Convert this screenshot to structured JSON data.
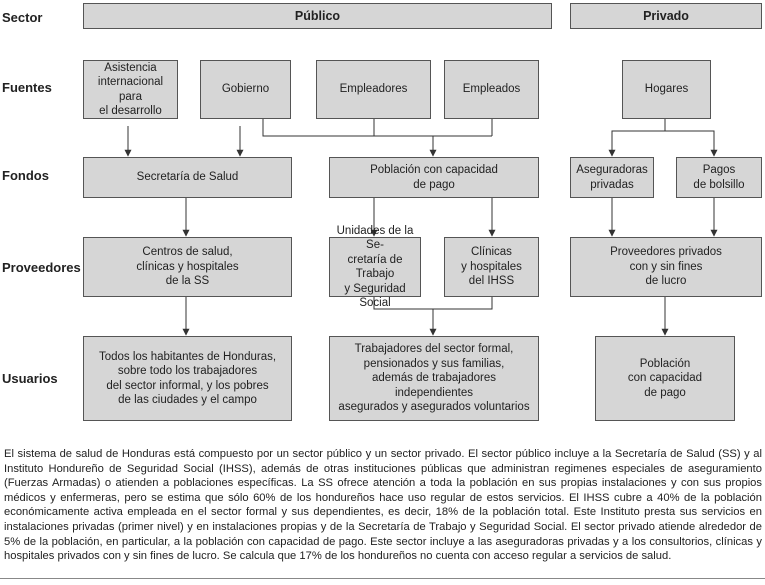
{
  "rows": {
    "sector": "Sector",
    "fuentes": "Fuentes",
    "fondos": "Fondos",
    "proveedores": "Proveedores",
    "usuarios": "Usuarios"
  },
  "headers": {
    "publico": "Público",
    "privado": "Privado"
  },
  "fuentes": {
    "asistencia": "Asistencia\ninternacional para\nel desarrollo",
    "gobierno": "Gobierno",
    "empleadores": "Empleadores",
    "empleados": "Empleados",
    "hogares": "Hogares"
  },
  "fondos": {
    "secretaria_salud": "Secretaría de Salud",
    "poblacion_pago": "Población con capacidad\nde pago",
    "aseguradoras": "Aseguradoras\nprivadas",
    "pagos_bolsillo": "Pagos\nde bolsillo"
  },
  "proveedores": {
    "centros_salud": "Centros de salud,\nclínicas y hospitales\nde la SS",
    "unidades_secretaria": "Unidades de la Se-\ncretaría de Trabajo\ny Seguridad Social",
    "clinicas_ihss": "Clínicas\ny hospitales\ndel IHSS",
    "proveedores_privados": "Proveedores privados\ncon y sin fines\nde lucro"
  },
  "usuarios": {
    "habitantes": "Todos los habitantes de Honduras,\nsobre todo los trabajadores\ndel sector informal, y los pobres\nde las ciudades y el campo",
    "trabajadores_formal": "Trabajadores del sector formal,\npensionados y sus familias,\nademás de trabajadores independientes\nasegurados y asegurados voluntarios",
    "poblacion_capacidad": "Población\ncon capacidad\nde pago"
  },
  "caption": "El sistema de salud de Honduras está compuesto por un sector público y un sector privado. El sector público incluye a la Secretaría de Salud (SS) y al Instituto Hondureño de Seguridad Social (IHSS), además de otras instituciones públicas que administran regimenes especiales de aseguramiento (Fuerzas Armadas) o atienden a poblaciones específicas. La SS ofrece atención a toda la población en sus propias instalaciones y con sus propios médicos y enfermeras, pero se estima que sólo 60% de los hondureños hace uso regular de estos servicios. El IHSS cubre a 40% de la población económicamente activa empleada en el sector formal y sus dependientes, es decir, 18% de la población total. Este Instituto presta sus servicios en instalaciones privadas (primer nivel) y en instalaciones propias y de la Secretaría de Trabajo y Seguridad Social. El sector privado atiende alrededor de 5% de la población, en particular, a la población con capacidad de pago. Este sector incluye a las aseguradoras privadas y a los consultorios, clínicas y hospitales privados con y sin fines de lucro. Se calcula que 17% de los hondureños no cuenta con acceso regular a servicios de salud."
}
